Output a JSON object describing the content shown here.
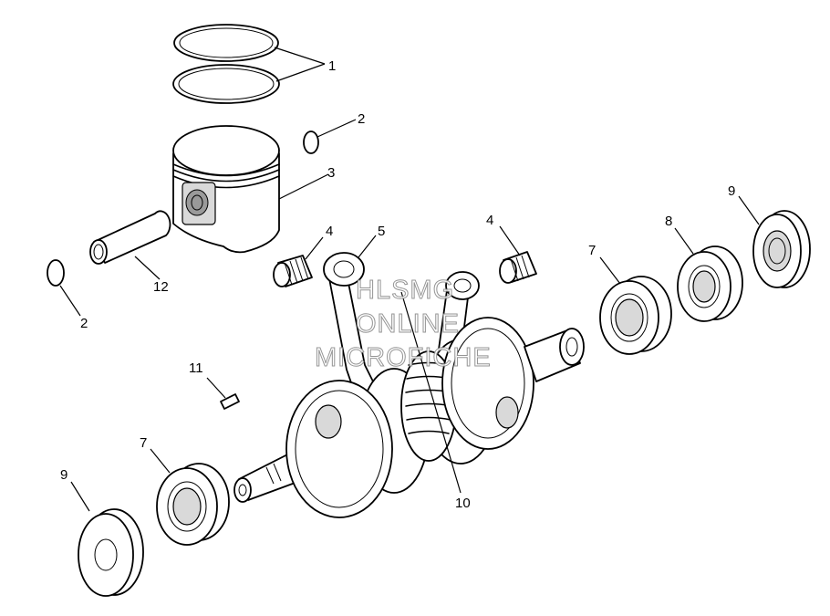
{
  "callouts": {
    "c1": "1",
    "c2a": "2",
    "c2b": "2",
    "c3": "3",
    "c4a": "4",
    "c4b": "4",
    "c5": "5",
    "c7a": "7",
    "c7b": "7",
    "c8": "8",
    "c9a": "9",
    "c9b": "9",
    "c10": "10",
    "c11": "11",
    "c12": "12"
  },
  "watermark": {
    "line1": "HLSMG",
    "line2": "ONLINE",
    "line3": "MICROFICHE"
  }
}
